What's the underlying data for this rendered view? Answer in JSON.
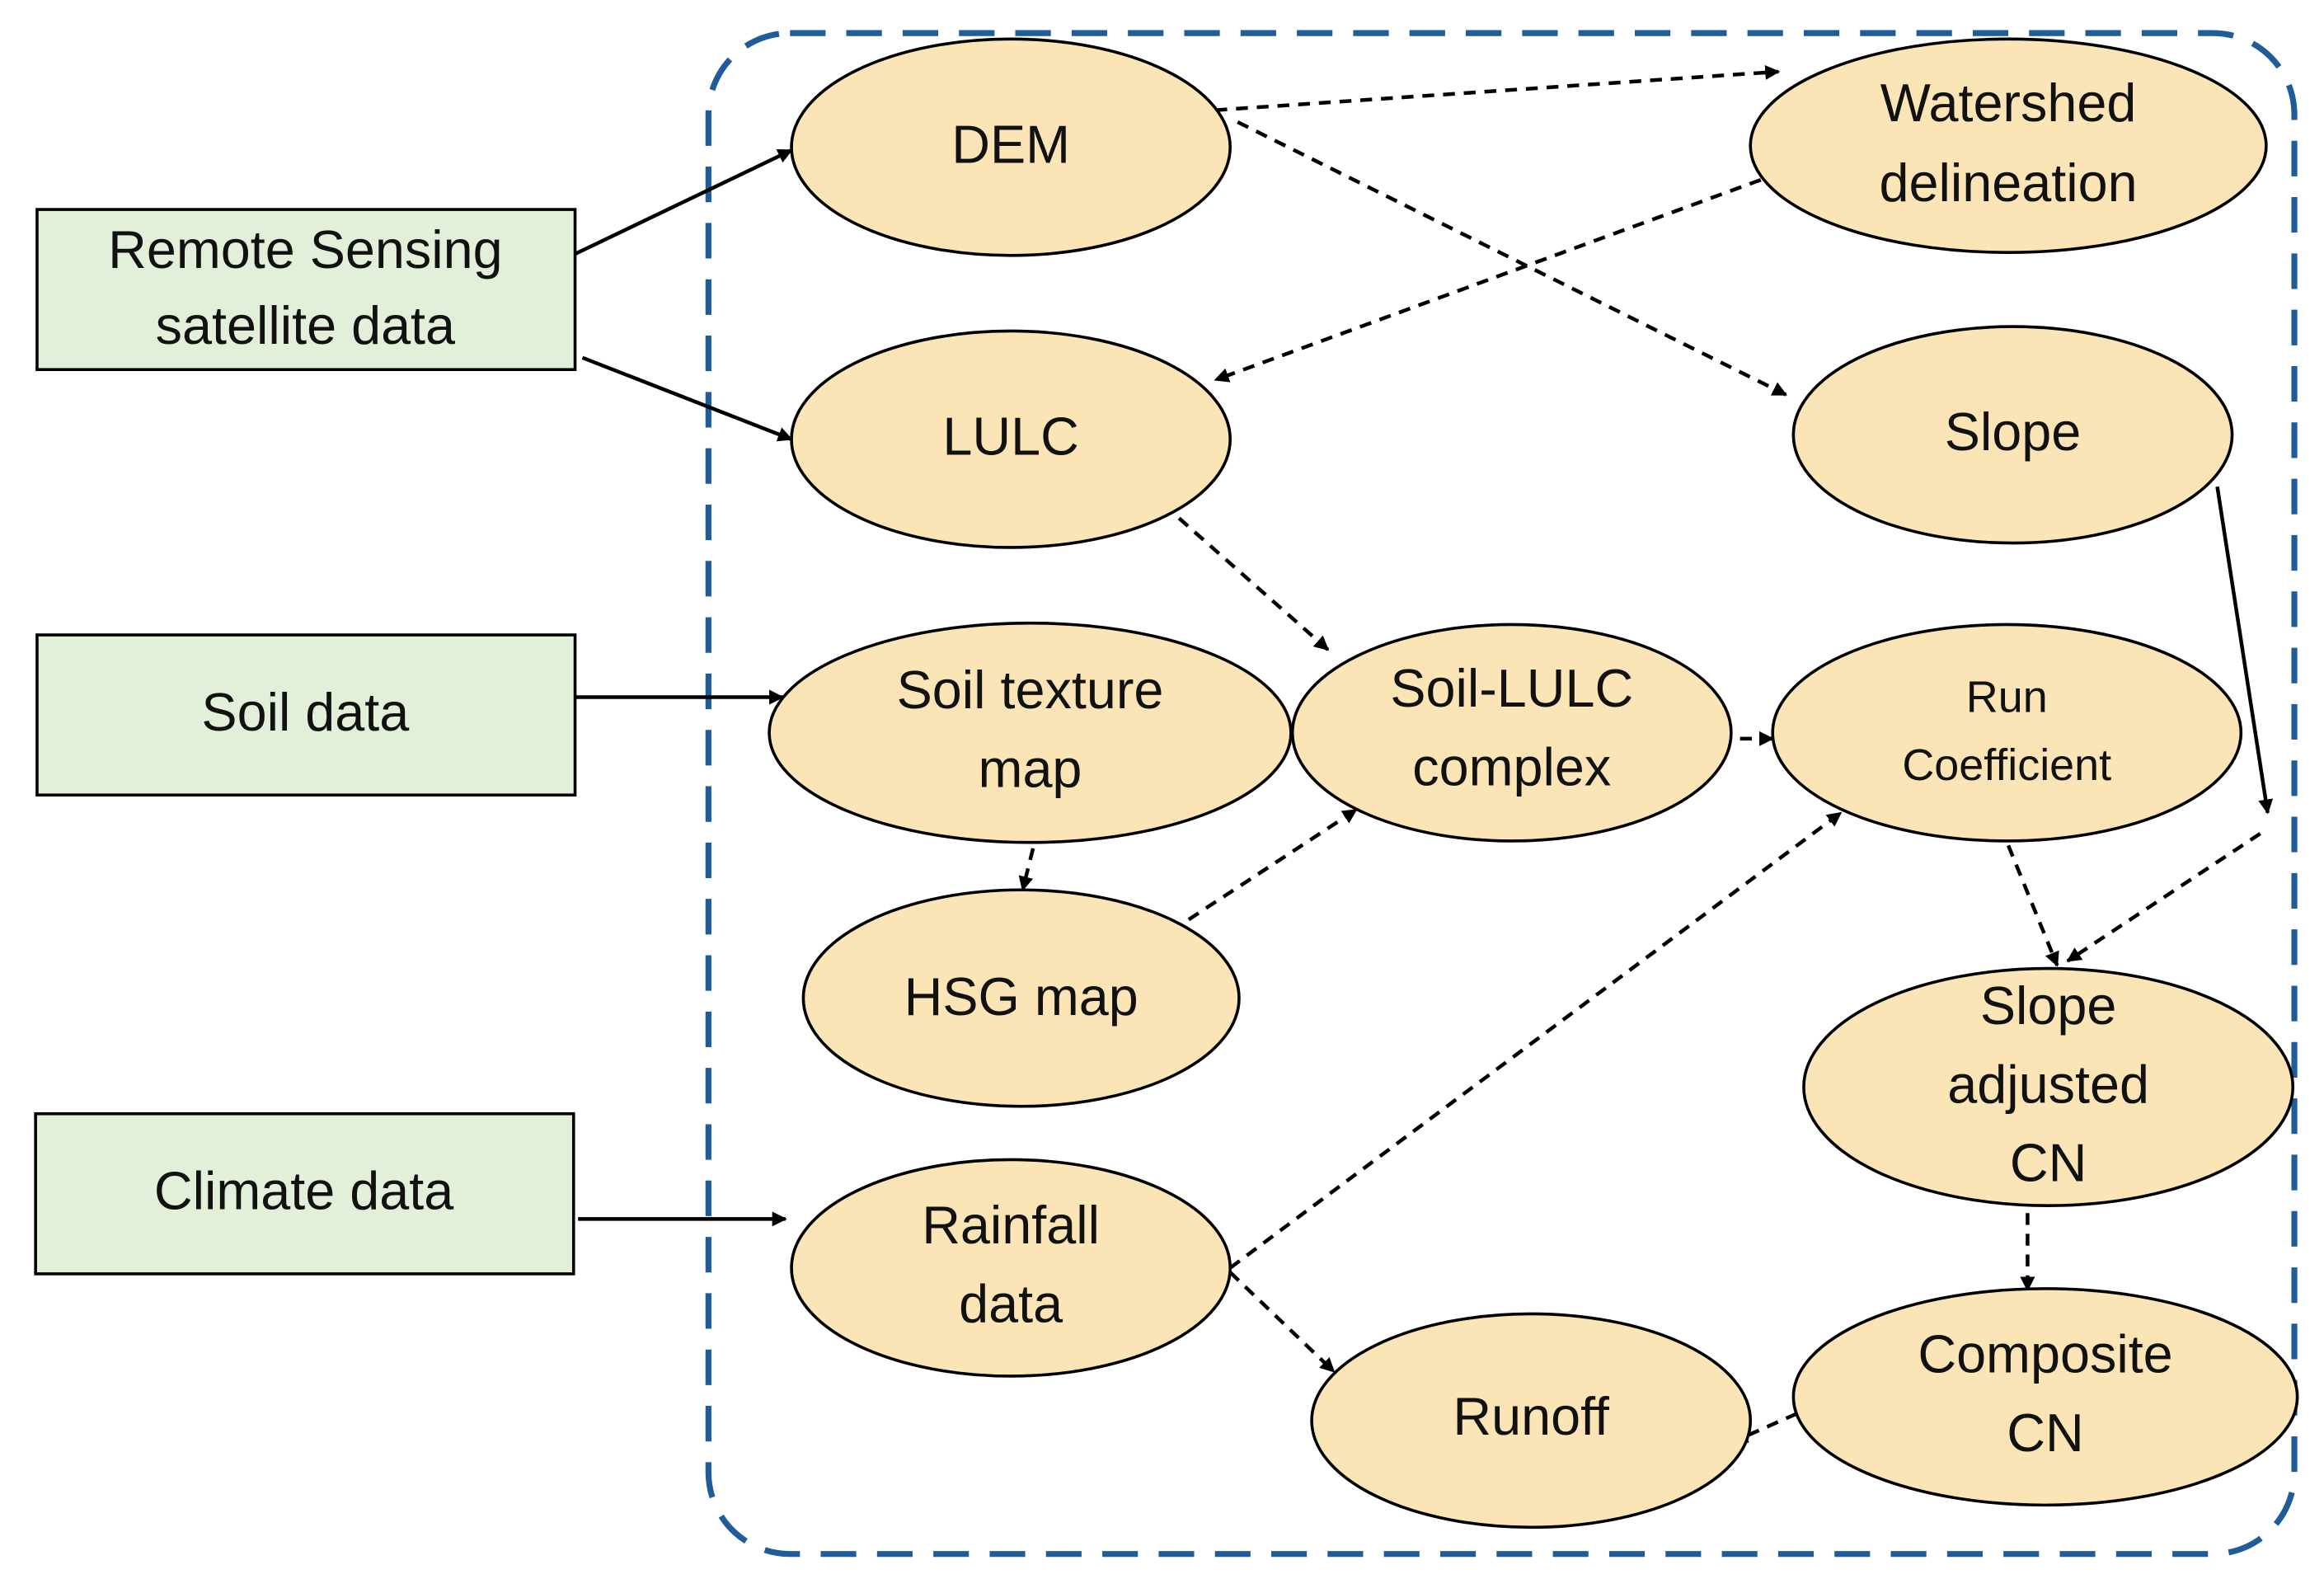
{
  "colors": {
    "source_fill": "#E2F0D9",
    "process_fill": "#FBE5B6",
    "boundary_stroke": "#1F5C99",
    "arrow": "#000000"
  },
  "sources": {
    "remote_sensing": [
      "Remote Sensing",
      "satellite data"
    ],
    "soil": [
      "Soil data"
    ],
    "climate": [
      "Climate data"
    ]
  },
  "nodes": {
    "dem": [
      "DEM"
    ],
    "watershed": [
      "Watershed",
      "delineation"
    ],
    "lulc": [
      "LULC"
    ],
    "slope": [
      "Slope"
    ],
    "soil_texture": [
      "Soil texture",
      "map"
    ],
    "soil_lulc": [
      "Soil-LULC",
      "complex"
    ],
    "run_coefficient": [
      "Run",
      "Coefficient"
    ],
    "hsg": [
      "HSG map"
    ],
    "slope_adjusted": [
      "Slope",
      "adjusted",
      "CN"
    ],
    "rainfall": [
      "Rainfall",
      "data"
    ],
    "runoff": [
      "Runoff"
    ],
    "composite": [
      "Composite",
      "CN"
    ]
  },
  "edges": [
    {
      "from": "remote_sensing",
      "to": "dem",
      "style": "solid"
    },
    {
      "from": "remote_sensing",
      "to": "lulc",
      "style": "solid"
    },
    {
      "from": "soil",
      "to": "soil_texture",
      "style": "solid"
    },
    {
      "from": "climate",
      "to": "rainfall",
      "style": "solid"
    },
    {
      "from": "dem",
      "to": "watershed",
      "style": "dashed"
    },
    {
      "from": "dem",
      "to": "slope",
      "style": "dashed"
    },
    {
      "from": "watershed",
      "to": "lulc",
      "style": "dashed"
    },
    {
      "from": "lulc",
      "to": "soil_lulc",
      "style": "dashed"
    },
    {
      "from": "soil_texture",
      "to": "hsg",
      "style": "dashed"
    },
    {
      "from": "hsg",
      "to": "soil_lulc",
      "style": "dashed"
    },
    {
      "from": "soil_lulc",
      "to": "run_coefficient",
      "style": "dashed"
    },
    {
      "from": "slope",
      "to": "slope_adjusted",
      "style": "solid-then-dashed"
    },
    {
      "from": "run_coefficient",
      "to": "slope_adjusted",
      "style": "dashed"
    },
    {
      "from": "rainfall",
      "to": "run_coefficient",
      "style": "dashed"
    },
    {
      "from": "rainfall",
      "to": "runoff",
      "style": "dashed"
    },
    {
      "from": "slope_adjusted",
      "to": "composite",
      "style": "dashed"
    },
    {
      "from": "composite",
      "to": "runoff",
      "style": "dashed"
    }
  ]
}
